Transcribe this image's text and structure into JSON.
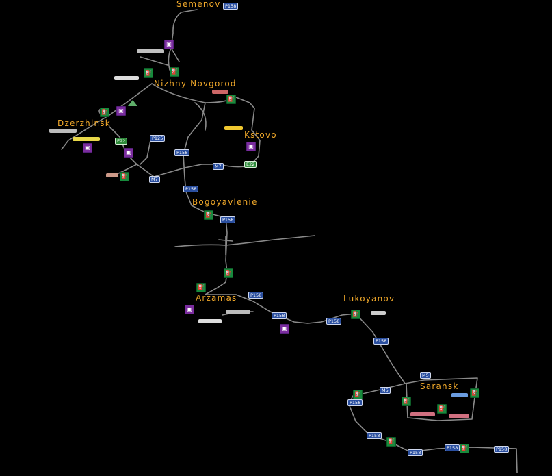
{
  "map": {
    "cities": [
      {
        "name": "Semenov"
      },
      {
        "name": "Nizhny Novgorod"
      },
      {
        "name": "Dzerzhinsk"
      },
      {
        "name": "Kstovo"
      },
      {
        "name": "Bogoyavlenie"
      },
      {
        "name": "Arzamas"
      },
      {
        "name": "Lukoyanov"
      },
      {
        "name": "Saransk"
      }
    ],
    "road_shields": [
      "P158",
      "P125",
      "P158",
      "M7",
      "E22",
      "E22",
      "M7",
      "P158",
      "P158",
      "P158",
      "P158",
      "P158",
      "P158",
      "M5",
      "M5",
      "P158",
      "P158",
      "P158",
      "P158",
      "P158"
    ],
    "poi_icons": {
      "fuel": "fuel-station-icon",
      "service": "truck-service-icon",
      "recruitment": "recruitment-icon"
    },
    "colors": {
      "city_label": "#f0a82a",
      "road": "#8a8a8a",
      "fuel": "#178a3c",
      "service": "#7a2c9e",
      "shield_blue": "#2a4fa0",
      "shield_green": "#2e8a3a"
    }
  }
}
